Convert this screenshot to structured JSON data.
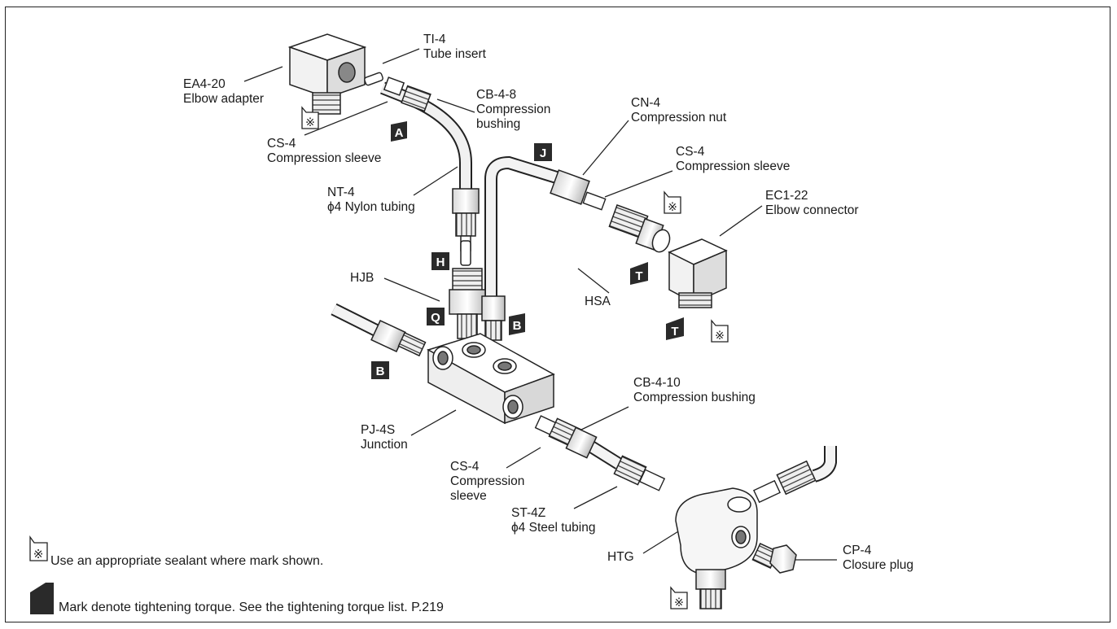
{
  "parts": {
    "ea4_20": {
      "code": "EA4-20",
      "name": "Elbow adapter"
    },
    "ti_4": {
      "code": "TI-4",
      "name": "Tube insert"
    },
    "cb_4_8": {
      "code": "CB-4-8",
      "name_1": "Compression",
      "name_2": "bushing"
    },
    "cs_4_top": {
      "code": "CS-4",
      "name": "Compression sleeve"
    },
    "nt_4": {
      "code": "NT-4",
      "name": "ϕ4 Nylon tubing"
    },
    "cn_4": {
      "code": "CN-4",
      "name": "Compression nut"
    },
    "cs_4_right": {
      "code": "CS-4",
      "name": "Compression sleeve"
    },
    "ec1_22": {
      "code": "EC1-22",
      "name": "Elbow connector"
    },
    "hjb": {
      "code": "HJB"
    },
    "hsa": {
      "code": "HSA"
    },
    "cb_4_10": {
      "code": "CB-4-10",
      "name": "Compression bushing"
    },
    "pj_4s": {
      "code": "PJ-4S",
      "name": "Junction"
    },
    "cs_4_bottom": {
      "code": "CS-4",
      "name_1": "Compression",
      "name_2": "sleeve"
    },
    "st_4z": {
      "code": "ST-4Z",
      "name": "ϕ4 Steel tubing"
    },
    "htg": {
      "code": "HTG"
    },
    "cp_4": {
      "code": "CP-4",
      "name": "Closure plug"
    }
  },
  "markers": {
    "A": "A",
    "J": "J",
    "H": "H",
    "Q": "Q",
    "B": "B",
    "T": "T",
    "sealant": "※"
  },
  "legend": {
    "sealant_text": "Use an appropriate sealant where mark shown.",
    "torque_text": "Mark denote tightening torque. See the tightening torque list. P.219"
  },
  "colors": {
    "marker_fill": "#2a2a2a",
    "line": "#222222",
    "part_fill": "#f4f4f4"
  }
}
